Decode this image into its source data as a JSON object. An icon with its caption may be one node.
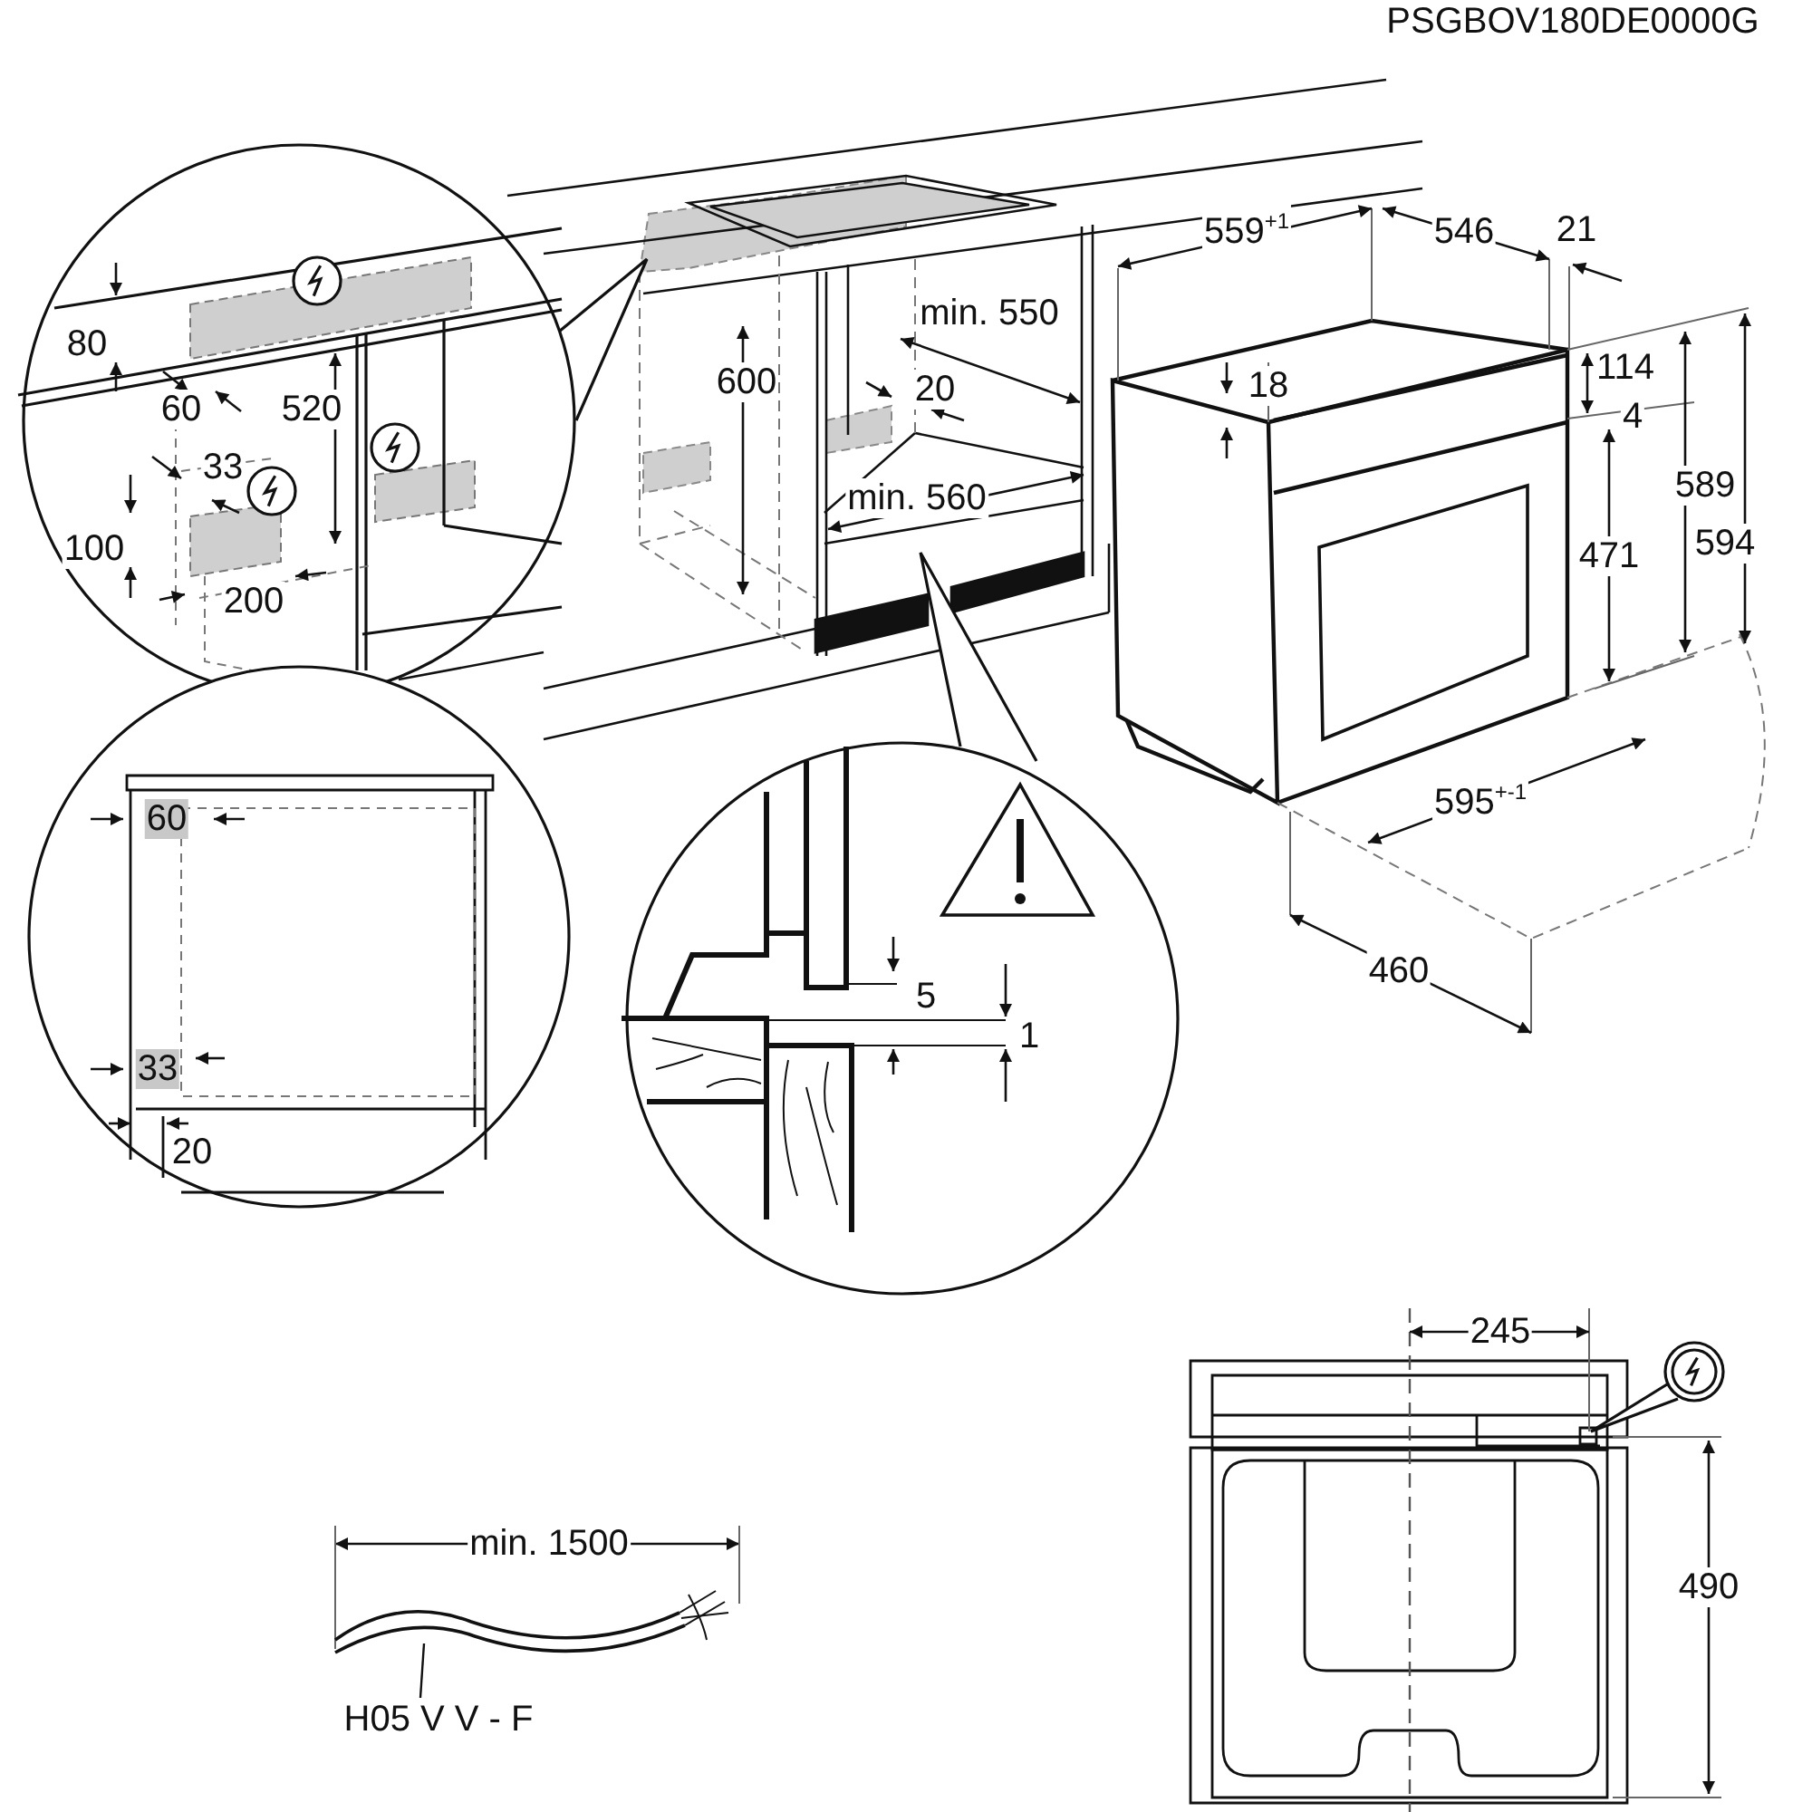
{
  "diagram": {
    "nodes": [
      {
        "text": [
          "80",
          "60",
          "520",
          "33",
          "100",
          "200"
        ]
      },
      {
        "text": [
          "60",
          "33",
          "20"
        ]
      },
      {
        "text": [
          "5",
          "1"
        ]
      },
      {
        "text": [],
        "shape": "circle"
      },
      {
        "text": [
          "H05 V V - F"
        ]
      },
      {
        "text": [],
        "shape": "picture"
      }
    ],
    "edges": [
      {
        "from": 4,
        "to": 5,
        "arrow": "none"
      }
    ],
    "labels": [
      "PSGBOV180DE0000G",
      "559$^{+1}$",
      "546",
      "21",
      "min. 550",
      "600",
      "18",
      "114",
      "4",
      "20",
      "min. 560",
      "589",
      "594",
      "471",
      "595$^{+-1}$",
      "460",
      "245",
      "min. 1500",
      "490"
    ]
  }
}
